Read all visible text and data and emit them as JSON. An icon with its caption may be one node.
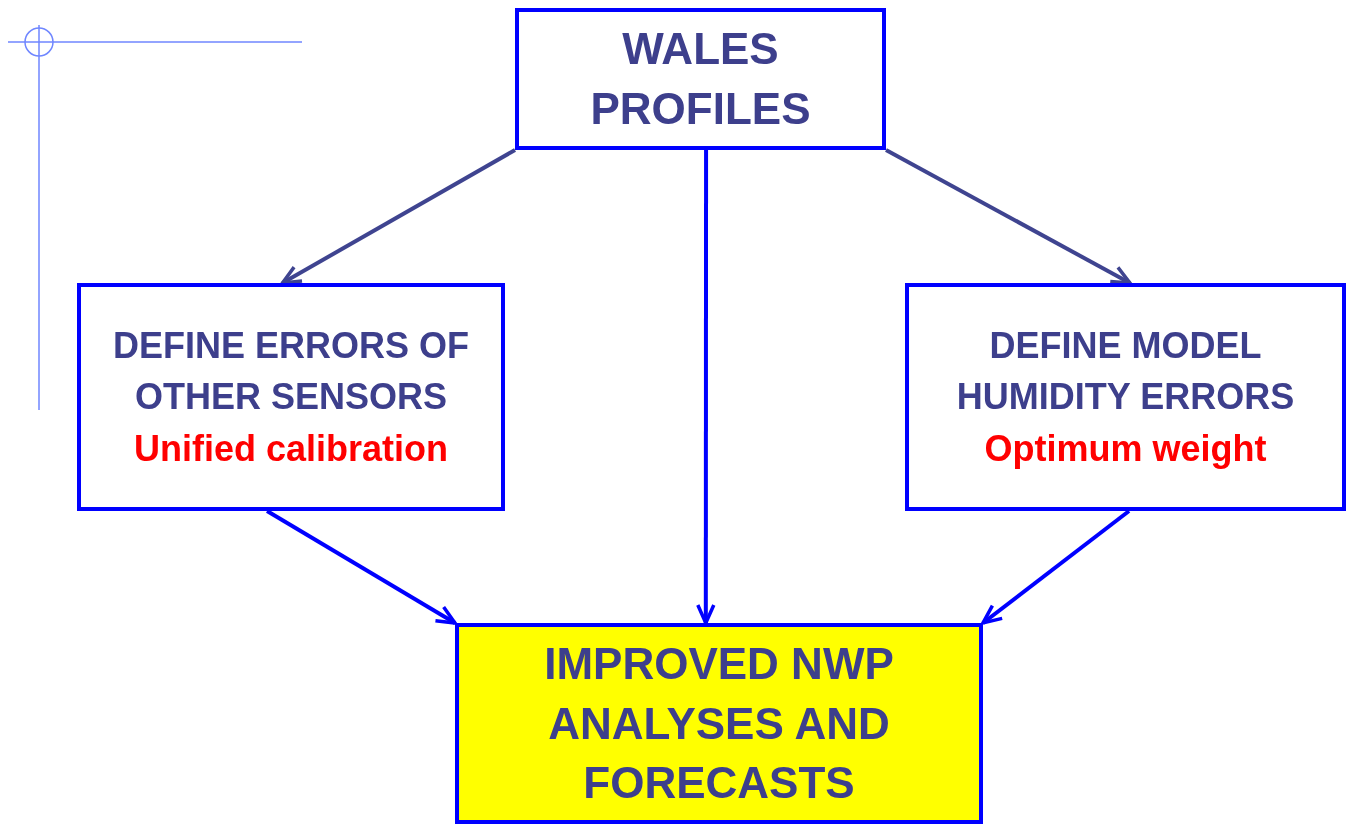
{
  "diagram": {
    "nodes": [
      {
        "text": [
          "WALES PROFILES"
        ]
      },
      {
        "text": [
          "DEFINE ERRORS OF OTHER SENSORS",
          "Unified calibration"
        ]
      },
      {
        "text": [
          "DEFINE MODEL HUMIDITY ERRORS",
          "Optimum weight"
        ]
      },
      {
        "text": [
          "IMPROVED NWP ANALYSES AND FORECASTS"
        ]
      }
    ],
    "edges": [
      {
        "from": 0,
        "to": 1,
        "arrow": "to",
        "color": "#3f4490"
      },
      {
        "from": 0,
        "to": 3,
        "arrow": "to"
      },
      {
        "from": 0,
        "to": 2,
        "arrow": "to",
        "color": "#3f4490"
      },
      {
        "from": 1,
        "to": 3,
        "arrow": "to"
      },
      {
        "from": 2,
        "to": 3,
        "arrow": "to"
      }
    ]
  }
}
